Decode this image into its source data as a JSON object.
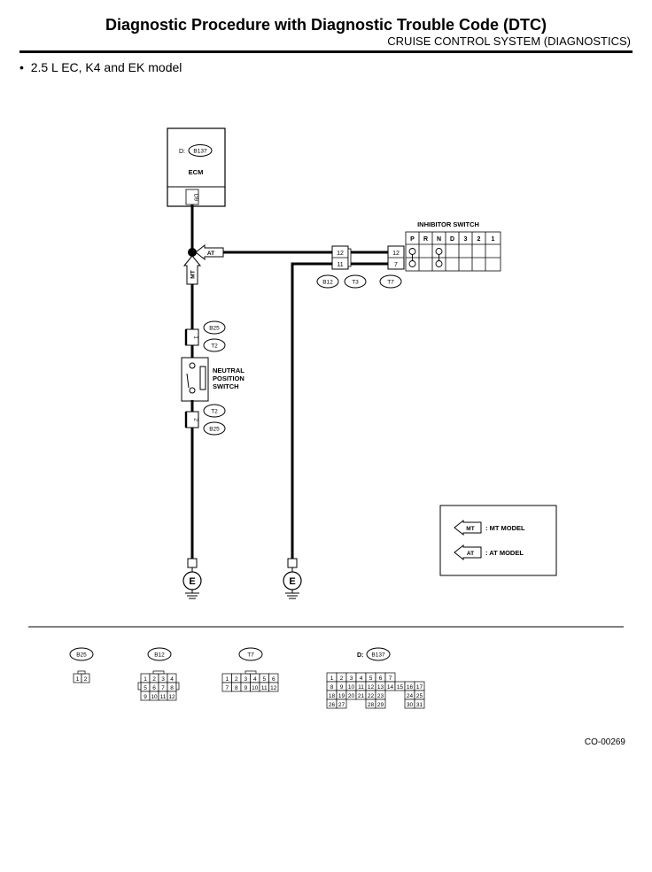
{
  "header": {
    "title": "Diagnostic Procedure with Diagnostic Trouble Code (DTC)",
    "subtitle": "CRUISE CONTROL SYSTEM (DIAGNOSTICS)"
  },
  "bullet": {
    "mark": "•",
    "text": "2.5 L EC, K4 and EK model"
  },
  "diagram": {
    "ecm": {
      "connector_prefix": "D:",
      "connector": "B137",
      "label": "ECM",
      "pin": "D9"
    },
    "at_tag": "AT",
    "mt_tag": "MT",
    "inhibitor": {
      "label": "INHIBITOR SWITCH",
      "positions": [
        "P",
        "R",
        "N",
        "D",
        "3",
        "2",
        "1"
      ],
      "pins": [
        "12",
        "7"
      ]
    },
    "junction": {
      "pins": [
        "12",
        "11"
      ],
      "connectors": [
        "B12",
        "T3",
        "T7"
      ]
    },
    "neutral_switch": {
      "label_lines": [
        "NEUTRAL",
        "POSITION",
        "SWITCH"
      ],
      "top_pin": "1",
      "bottom_pin": "2",
      "top_connectors": [
        "B25",
        "T2"
      ],
      "bottom_connectors": [
        "T2",
        "B25"
      ]
    },
    "ground": "E",
    "legend": [
      {
        "tag": "MT",
        "text": ": MT MODEL"
      },
      {
        "tag": "AT",
        "text": ": AT MODEL"
      }
    ]
  },
  "connectors": {
    "b25": {
      "name": "B25",
      "rows": [
        [
          "1",
          "2"
        ]
      ]
    },
    "b12": {
      "name": "B12",
      "rows": [
        [
          "1",
          "2",
          "3",
          "4"
        ],
        [
          "5",
          "6",
          "7",
          "8"
        ],
        [
          "9",
          "10",
          "11",
          "12"
        ]
      ]
    },
    "t7": {
      "name": "T7",
      "rows": [
        [
          "1",
          "2",
          "3",
          "4",
          "5",
          "6"
        ],
        [
          "7",
          "8",
          "9",
          "10",
          "11",
          "12"
        ]
      ]
    },
    "b137": {
      "prefix": "D:",
      "name": "B137",
      "rows": [
        [
          "1",
          "2",
          "3",
          "4",
          "5",
          "6",
          "7"
        ],
        [
          "8",
          "9",
          "10",
          "11",
          "12",
          "13",
          "14",
          "15",
          "16",
          "17"
        ],
        [
          "18",
          "19",
          "20",
          "21",
          "22",
          "23",
          "",
          "",
          "24",
          "25"
        ],
        [
          "26",
          "27",
          "",
          "",
          "28",
          "29",
          "",
          "",
          "30",
          "31"
        ]
      ]
    }
  },
  "figure_code": "CO-00269"
}
